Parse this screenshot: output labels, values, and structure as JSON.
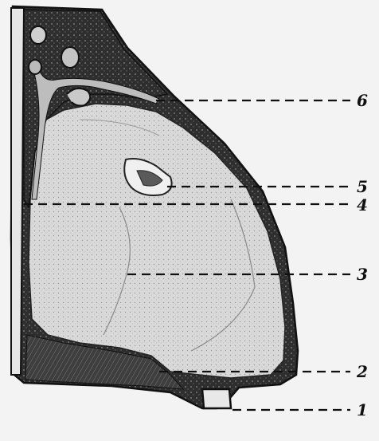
{
  "figure": {
    "labels": {
      "l1": "1",
      "l2": "2",
      "l3": "3",
      "l4": "4",
      "l5": "5",
      "l6": "6"
    }
  },
  "colors": {
    "paper": "#f3f3f3",
    "ink": "#111111",
    "tissue": "#dcdcdc",
    "dark_tissue": "#4a4a4a"
  }
}
